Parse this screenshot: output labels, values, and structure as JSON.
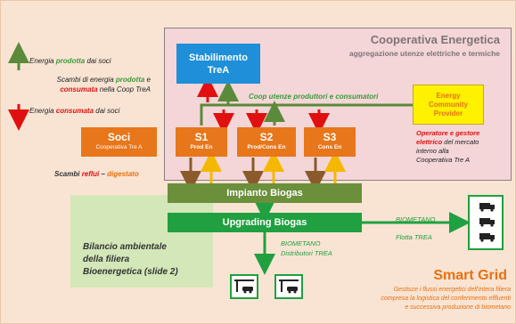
{
  "legend": {
    "produced": {
      "prefix": "Energia ",
      "highlight": "prodotta",
      "suffix": " dai soci"
    },
    "exchanges_line1": {
      "prefix": "Scambi di energia ",
      "highlight": "prodotta",
      "suffix": " e"
    },
    "exchanges_line2": {
      "highlight": "consumata",
      "suffix": " nella Coop TreA"
    },
    "consumed": {
      "prefix": "Energia ",
      "highlight": "consumata",
      "suffix": " dai soci"
    }
  },
  "coop": {
    "title": "Cooperativa Energetica",
    "subtitle": "aggregazione utenze elettriche e termiche",
    "flow_label": "Coop utenze produttori e consumatori"
  },
  "stabilimento": {
    "line1": "Stabilimento",
    "line2": "TreA"
  },
  "provider": {
    "line1": "Energy",
    "line2": "Community",
    "line3": "Provider"
  },
  "operator": {
    "line1_highlight": "Operatore e gestore",
    "line2_highlight": "elettrico",
    "line2_suffix": " del mercato",
    "line3": "interno alla",
    "line4": "Cooperativa Tre A"
  },
  "soci": {
    "title": "Soci",
    "subtitle": "Cooperativa Tre A"
  },
  "s_boxes": [
    {
      "title": "S1",
      "subtitle": "Prod En"
    },
    {
      "title": "S2",
      "subtitle": "Prod/Cons En"
    },
    {
      "title": "S3",
      "subtitle": "Cons En"
    }
  ],
  "scambi": {
    "prefix": "Scambi ",
    "highlight1": "reflui",
    "middle": " – ",
    "highlight2": "digestato"
  },
  "impianto": "Impianto Biogas",
  "upgrading": "Upgrading Biogas",
  "biometano_right": {
    "line1": "BIOMETANO",
    "line2": "Flotta TREA"
  },
  "biometano_down": {
    "line1": "BIOMETANO",
    "line2": "Distributori TREA"
  },
  "bilancio": {
    "line1": "Bilancio ambientale",
    "line2": "della filiera",
    "line3": "Bioenergetica (slide 2)"
  },
  "smart_grid": {
    "title": "Smart Grid",
    "line1": "Gestisce i flussi energetici dell'intera filiera",
    "line2": "compresa la logistica del conferimento effluenti",
    "line3": "e successiva produzione di biometano"
  },
  "colors": {
    "background": "#f9e4d3",
    "produced_arrow": "#5a8a3a",
    "consumed_arrow": "#e01010",
    "exchange_arrow": "#f5b800",
    "slurry_arrow": "#8b5a2b",
    "s_box": "#e8761a",
    "stabilimento": "#1e8fd8",
    "provider": "#fff200",
    "impianto": "#6b8f3a",
    "upgrading": "#20a040",
    "text_green": "#3a9a3a",
    "text_orange": "#e87010",
    "text_red": "#e01010"
  }
}
